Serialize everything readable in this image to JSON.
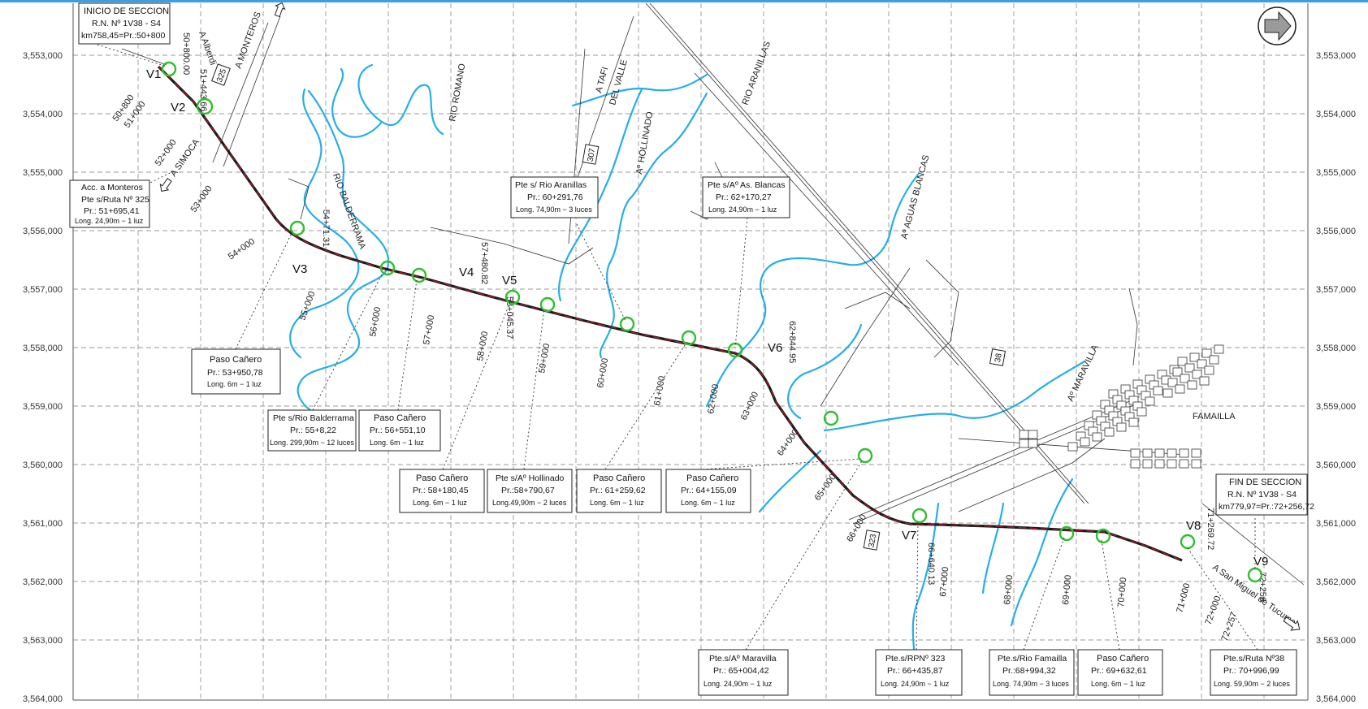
{
  "coordinates": [
    "3,553,000",
    "3,554,000",
    "3,555,000",
    "3,556,000",
    "3,557,000",
    "3,558,000",
    "3,559,000",
    "3,560,000",
    "3,561,000",
    "3,562,000",
    "3,563,000",
    "3,564,000"
  ],
  "vertices": [
    "V1",
    "V2",
    "V3",
    "V4",
    "V5",
    "V6",
    "V7",
    "V8",
    "V9"
  ],
  "progressives": [
    "50+800",
    "51+000",
    "52+000",
    "53+000",
    "54+000",
    "55+000",
    "56+000",
    "57+000",
    "58+000",
    "59+000",
    "60+000",
    "61+000",
    "62+000",
    "63+000",
    "64+000",
    "65+000",
    "66+000",
    "67+000",
    "68+000",
    "69+000",
    "70+000",
    "71+000",
    "72+000",
    "72+257"
  ],
  "vertex_stations": {
    "v1": "50+800.00",
    "v2": "51+443.66",
    "v3": "54+71.31",
    "v4": "57+480.82",
    "v5": "58+045.37",
    "v6": "62+844.95",
    "v7": "66+640.13",
    "v8": "71+269.72",
    "v9": "72+256"
  },
  "map_labels": {
    "alberdi": "A Alberdi",
    "monteros": "A MONTEROS",
    "simoca": "A SIMOCA",
    "rio_romano": "RIO ROMANO",
    "rio_balderrama": "RIO BALDERRAMA",
    "tafi": "A TAFI",
    "del_valle": "DEL VALLE",
    "hollinado": "Aº HOLLINADO",
    "rio_aranillas": "RIO ARANILLAS",
    "aguas_blancas": "Aº AGUAS BLANCAS",
    "maravilla": "Aº MARAVILLA",
    "famailla": "FAMAILLA",
    "san_miguel": "A San Miguel de Tucuman"
  },
  "route_shields": [
    "325",
    "307",
    "38",
    "323"
  ],
  "boxes": {
    "inicio": {
      "l1": "INICIO DE SECCION",
      "l2": "R.N. Nº 1V38 - S4",
      "l3": "km758,45=Pr.:50+800"
    },
    "acc_monteros": {
      "l1": "Acc. a Monteros",
      "l2": "Pte s/Ruta Nº 325",
      "l3": "Pr.: 51+695,41",
      "l4": "Long. 24,90m − 1 luz"
    },
    "aranillas": {
      "l1": "Pte s/ Rio Aranillas",
      "l2": "Pr.: 60+291,76",
      "l3": "Long. 74,90m − 3 luces"
    },
    "aguas_blancas": {
      "l1": "Pte s/Aº As. Blancas",
      "l2": "Pr.: 62+170,27",
      "l3": "Long. 24,90m − 1 luz"
    },
    "canero_53": {
      "l1": "Paso Cañero",
      "l2": "Pr.: 53+950,78",
      "l3": "Long. 6m − 1 luz"
    },
    "balderrama": {
      "l1": "Pte s/Rio Balderrama",
      "l2": "Pr.: 55+8,22",
      "l3": "Long. 299,90m − 12 luces"
    },
    "canero_56": {
      "l1": "Paso Cañero",
      "l2": "Pr.: 56+551,10",
      "l3": "Long. 6m − 1 luz"
    },
    "canero_58": {
      "l1": "Paso Cañero",
      "l2": "Pr.: 58+180,45",
      "l3": "Long. 6m − 1 luz"
    },
    "hollinado": {
      "l1": "Pte s/Aº Hollinado",
      "l2": "Pr.:58+790,67",
      "l3": "Long.49,90m − 2 luces"
    },
    "canero_61": {
      "l1": "Paso Cañero",
      "l2": "Pr.: 61+259,62",
      "l3": "Long. 6m − 1 luz"
    },
    "canero_64": {
      "l1": "Paso Cañero",
      "l2": "Pr.: 64+155,09",
      "l3": "Long. 6m − 1 luz"
    },
    "fin": {
      "l1": "FIN DE SECCION",
      "l2": "R.N. Nº 1V38 - S4",
      "l3": "km779,97=Pr.:72+256,72"
    },
    "maravilla": {
      "l1": "Pte.s/Aº Maravilla",
      "l2": "Pr.: 65+004,42",
      "l3": "Long. 24,90m − 1 luz"
    },
    "rpn323": {
      "l1": "Pte.s/RPNº 323",
      "l2": "Pr.: 66+435,87",
      "l3": "Long. 24,90m − 1 luz"
    },
    "famailla": {
      "l1": "Pte.s/Rio Famailla",
      "l2": "Pr.:68+994,32",
      "l3": "Long. 74,90m − 3 luces"
    },
    "canero_69": {
      "l1": "Paso Cañero",
      "l2": "Pr.: 69+632,61",
      "l3": "Long. 6m − 1 luz"
    },
    "ruta38": {
      "l1": "Pte.s/Ruta Nº38",
      "l2": "Pr.: 70+996,99",
      "l3": "Long. 59,90m − 2 luces"
    }
  },
  "colors": {
    "route": "#1a1a1a",
    "route_center": "#c4162b",
    "water": "#26aee8",
    "structure_marker": "#2fbf2f",
    "grid": "#7a7a7a"
  }
}
